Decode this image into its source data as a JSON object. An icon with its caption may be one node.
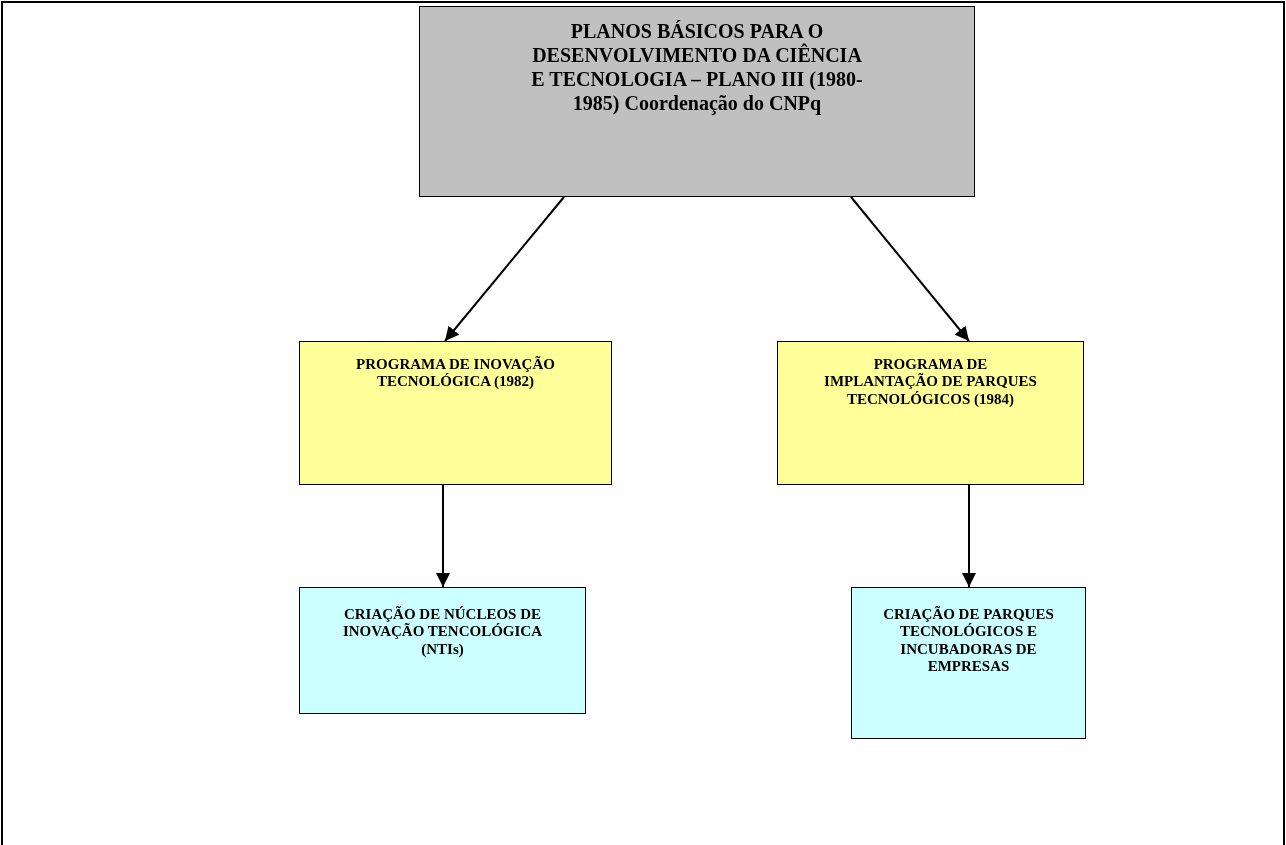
{
  "diagram": {
    "nodes": [
      {
        "text": [
          "PLANOS BÁSICOS PARA O DESENVOLVIMENTO DA CIÊNCIA E TECNOLOGIA – PLANO III (1980-1985) Coordenação do CNPq"
        ]
      },
      {
        "text": [
          "PROGRAMA DE INOVAÇÃO TECNOLÓGICA (1982)"
        ]
      },
      {
        "text": [
          "PROGRAMA DE IMPLANTAÇÃO DE PARQUES TECNOLÓGICOS (1984)"
        ]
      },
      {
        "text": [
          "CRIAÇÃO DE NÚCLEOS DE INOVAÇÃO TENCOLÓGICA (NTIs)"
        ]
      },
      {
        "text": [
          "CRIAÇÃO DE PARQUES TECNOLÓGICOS E INCUBADORAS DE EMPRESAS"
        ]
      }
    ],
    "edges": [
      {
        "from": 0,
        "to": 1,
        "arrow": "to"
      },
      {
        "from": 0,
        "to": 2,
        "arrow": "to"
      },
      {
        "from": 1,
        "to": 3,
        "arrow": "to"
      },
      {
        "from": 2,
        "to": 4,
        "arrow": "to"
      }
    ]
  }
}
